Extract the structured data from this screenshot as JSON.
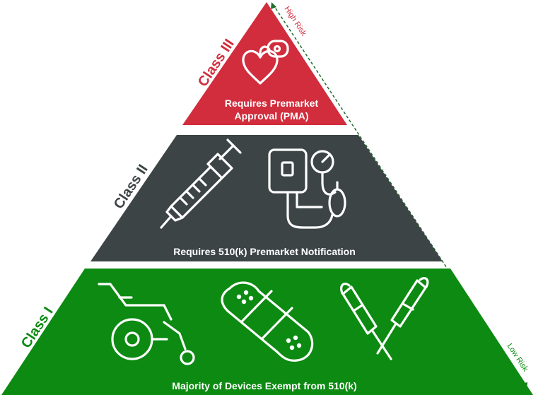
{
  "colors": {
    "class_iii": "#d12d3c",
    "class_ii": "#3d4446",
    "class_i": "#0c8a11",
    "risk_arrow": "#1f6e2b"
  },
  "tiers": [
    {
      "label": "Class III",
      "description_lines": [
        "Requires Premarket",
        "Approval (PMA)"
      ],
      "icons": [
        "pacemaker-icon"
      ]
    },
    {
      "label": "Class II",
      "description_lines": [
        "Requires 510(k) Premarket Notification"
      ],
      "icons": [
        "syringe-icon",
        "blood-pressure-monitor-icon"
      ]
    },
    {
      "label": "Class I",
      "description_lines": [
        "Majority of Devices Exempt from 510(k)"
      ],
      "icons": [
        "wheelchair-icon",
        "bandage-icon",
        "crutches-icon"
      ]
    }
  ],
  "risk_axis": {
    "high_label": "High Risk",
    "low_label": "Low Risk"
  }
}
